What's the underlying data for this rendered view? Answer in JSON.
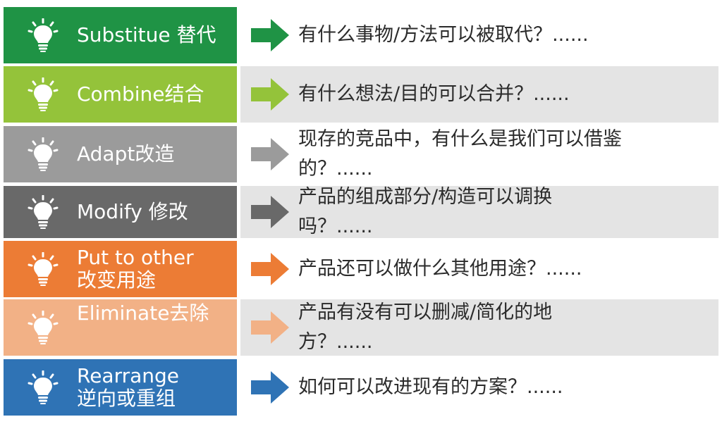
{
  "rows": [
    {
      "label": "Substitue 替代",
      "description": "有什么事物/方法可以被取代？......",
      "color": "#1f9345",
      "shaded": false
    },
    {
      "label": "Combine结合",
      "description": "有什么想法/目的可以合并？......",
      "color": "#94c33a",
      "shaded": true
    },
    {
      "label": "Adapt改造",
      "description": "现存的竞品中，有什么是我们可以借鉴\n的？......",
      "color": "#9b9b9b",
      "shaded": false
    },
    {
      "label": "Modify 修改",
      "description": "产品的组成部分/构造可以调换\n吗？......",
      "color": "#696969",
      "shaded": true
    },
    {
      "label": "Put to other\n改变用途",
      "description": "产品还可以做什么其他用途？......",
      "color": "#ec7c35",
      "shaded": false
    },
    {
      "label": "Eliminate去除",
      "description": "产品有没有可以删减/简化的地\n方？......",
      "color": "#f2b186",
      "shaded": true
    },
    {
      "label": "Rearrange\n逆向或重组",
      "description": "如何可以改进现有的方案？......",
      "color": "#2f73b5",
      "shaded": false
    }
  ],
  "icons": {
    "bulb": "lightbulb-icon",
    "arrow": "arrow-right-icon"
  },
  "shade_color": "#e4e4e4"
}
